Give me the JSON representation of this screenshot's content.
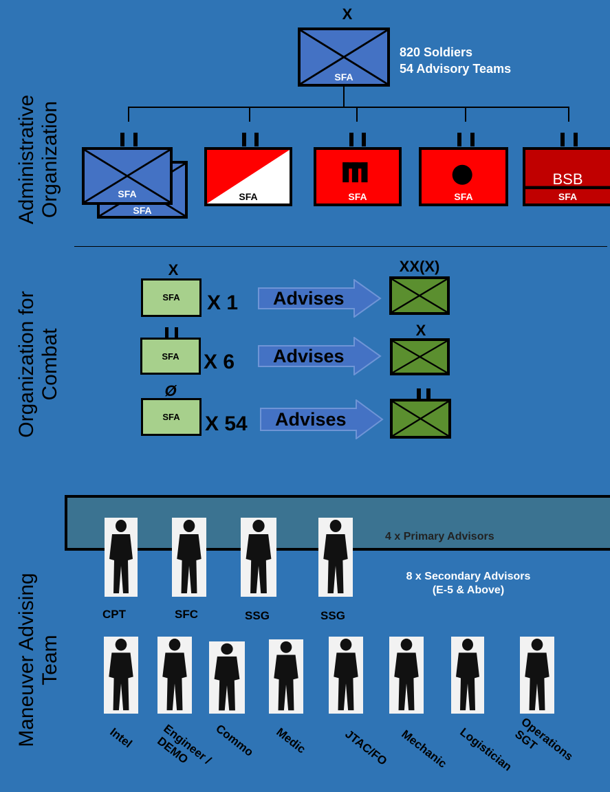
{
  "sections": {
    "administrative": "Administrative Organization",
    "combat": "Organization for Combat",
    "team": "Maneuver Advising Team"
  },
  "brigade": {
    "echelon": "X",
    "label": "SFA",
    "info_line1": "820 Soldiers",
    "info_line2": "54 Advisory Teams"
  },
  "battalions": [
    {
      "echelon": "I I",
      "label": "SFA",
      "label2": "SFA",
      "type": "infantry-stacked"
    },
    {
      "echelon": "I I",
      "label": "SFA",
      "type": "field-artillery"
    },
    {
      "echelon": "I I",
      "label": "SFA",
      "type": "engineer"
    },
    {
      "echelon": "I I",
      "label": "SFA",
      "type": "artillery-dot"
    },
    {
      "echelon": "I I",
      "label": "SFA",
      "name": "BSB",
      "type": "support"
    }
  ],
  "combat_rows": [
    {
      "echelon": "X",
      "label": "SFA",
      "multiplier": "X 1",
      "action": "Advises",
      "target_echelon": "XX(X)"
    },
    {
      "echelon": "I I",
      "label": "SFA",
      "multiplier": "X 6",
      "action": "Advises",
      "target_echelon": "X"
    },
    {
      "echelon": "Ø",
      "label": "SFA",
      "multiplier": "X 54",
      "action": "Advises",
      "target_echelon": "I I"
    }
  ],
  "team": {
    "primary_note": "4 x Primary Advisors",
    "secondary_note_1": "8 x Secondary Advisors",
    "secondary_note_2": "(E-5 & Above)",
    "primary_ranks": [
      "CPT",
      "SFC",
      "SSG",
      "SSG"
    ],
    "specialists": [
      "Intel",
      "Engineer /",
      "DEMO",
      "Commo",
      "Medic",
      "JTAC/FO",
      "Mechanic",
      "Logistician",
      "Operations",
      "SGT"
    ]
  },
  "colors": {
    "background": "#2f74b5",
    "infantry_blue": "#4472c4",
    "artillery_red": "#ff0000",
    "support_red": "#c00000",
    "advisor_green": "#a7d08c",
    "host_green": "#5b8f2f"
  }
}
